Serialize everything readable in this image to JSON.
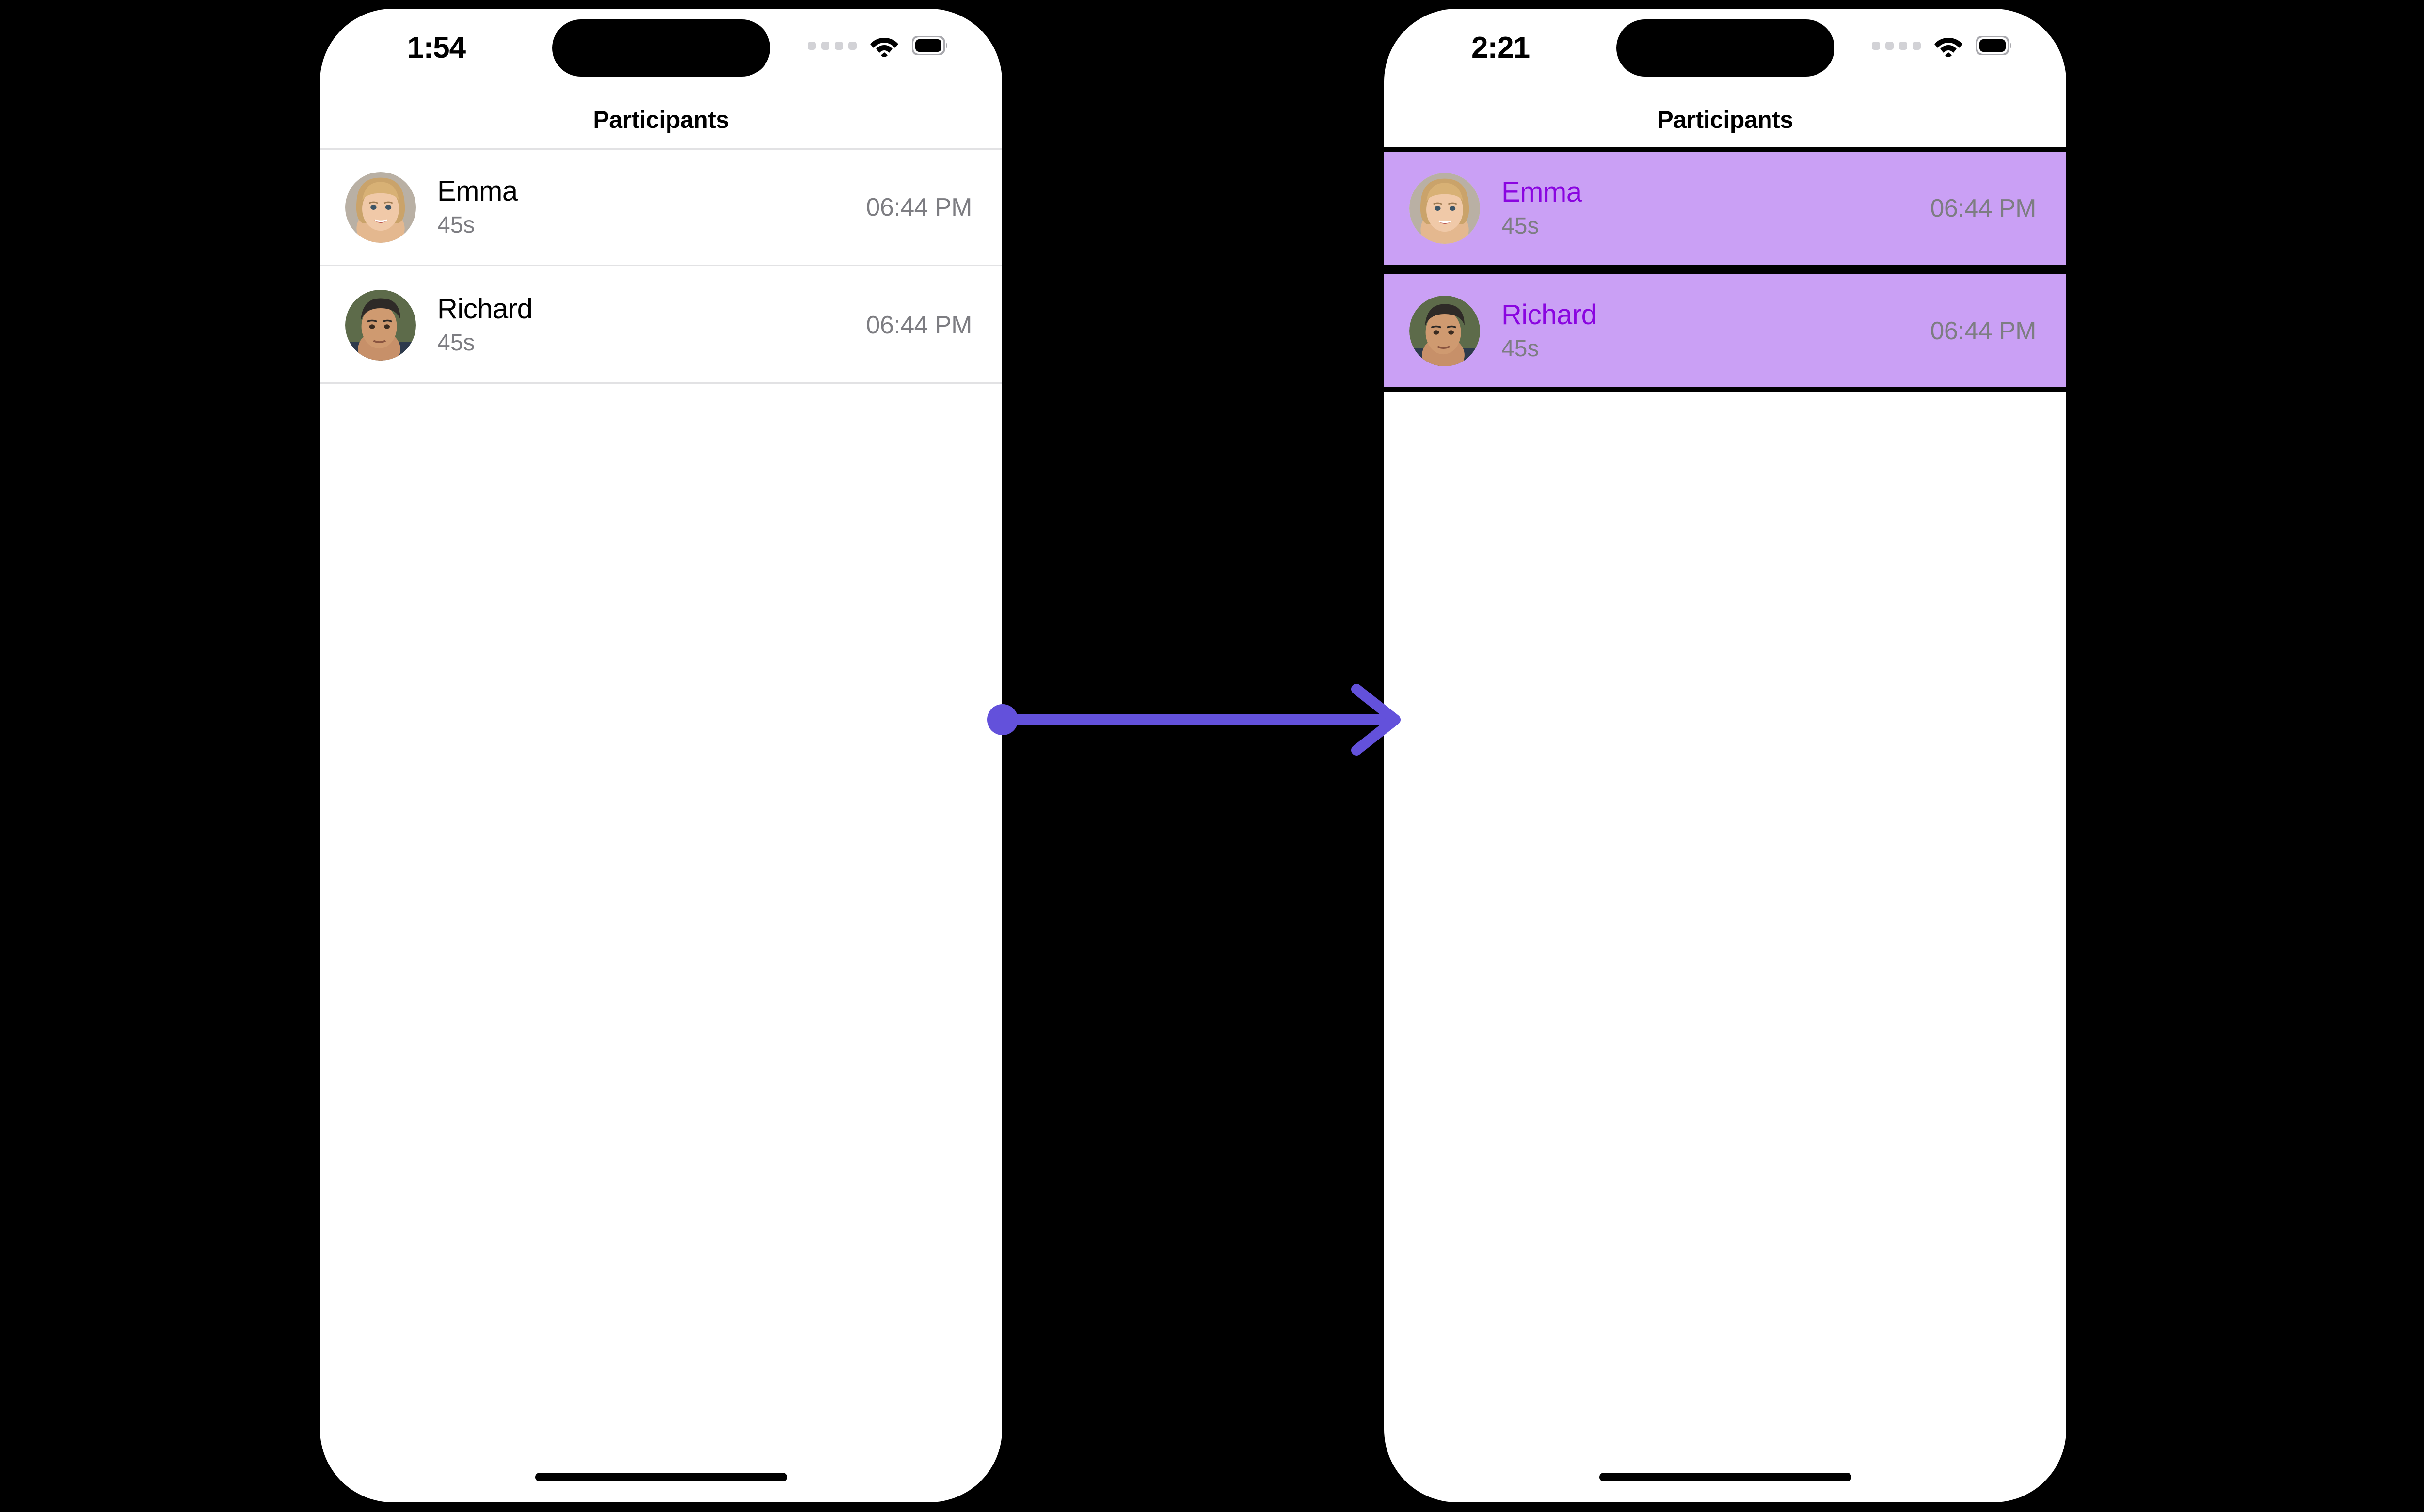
{
  "theme": {
    "background": "#000000",
    "phone_screen": "#ffffff",
    "highlight_row_bg": "#caa0f5",
    "highlight_name_color": "#8a05e0",
    "annotation_color": "#6351db",
    "secondary_text": "#7d7d82",
    "separator": "#e2e2e4"
  },
  "screens": [
    {
      "id": "before",
      "status_bar": {
        "time": "1:54",
        "signal_icon": "signal-dots-icon",
        "wifi_icon": "wifi-icon",
        "battery_icon": "battery-full-icon"
      },
      "nav": {
        "title": "Participants"
      },
      "rows": [
        {
          "name": "Emma",
          "duration": "45s",
          "time": "06:44 PM",
          "avatar": "avatar-emma",
          "selected": false
        },
        {
          "name": "Richard",
          "duration": "45s",
          "time": "06:44 PM",
          "avatar": "avatar-richard",
          "selected": false
        }
      ]
    },
    {
      "id": "after",
      "status_bar": {
        "time": "2:21",
        "signal_icon": "signal-dots-icon",
        "wifi_icon": "wifi-icon",
        "battery_icon": "battery-full-icon"
      },
      "nav": {
        "title": "Participants"
      },
      "rows": [
        {
          "name": "Emma",
          "duration": "45s",
          "time": "06:44 PM",
          "avatar": "avatar-emma",
          "selected": true
        },
        {
          "name": "Richard",
          "duration": "45s",
          "time": "06:44 PM",
          "avatar": "avatar-richard",
          "selected": true
        }
      ]
    }
  ],
  "annotation": {
    "type": "arrow-right",
    "label": ""
  }
}
